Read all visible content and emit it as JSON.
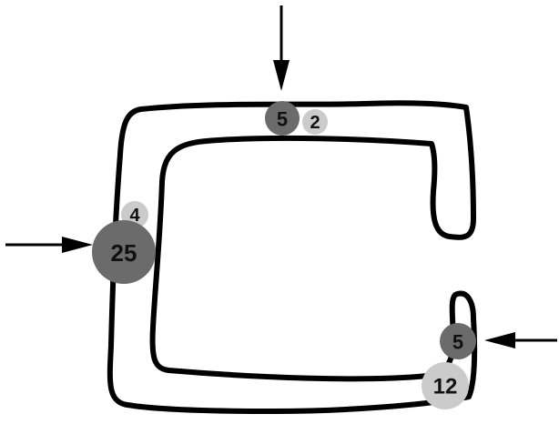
{
  "colors": {
    "background": "#ffffff",
    "outline": "#000000",
    "dark_circle": "#6b6b6b",
    "light_circle": "#cbcbcb",
    "label_text": "#111111"
  },
  "arrows": {
    "top": "arrow-down",
    "left": "arrow-right",
    "right": "arrow-left"
  },
  "markers": [
    {
      "id": "top-dark",
      "label": "5",
      "shade": "dark"
    },
    {
      "id": "top-light",
      "label": "2",
      "shade": "light"
    },
    {
      "id": "left-light",
      "label": "4",
      "shade": "light"
    },
    {
      "id": "left-dark",
      "label": "25",
      "shade": "dark"
    },
    {
      "id": "right-dark",
      "label": "5",
      "shade": "dark"
    },
    {
      "id": "right-light",
      "label": "12",
      "shade": "light"
    }
  ]
}
